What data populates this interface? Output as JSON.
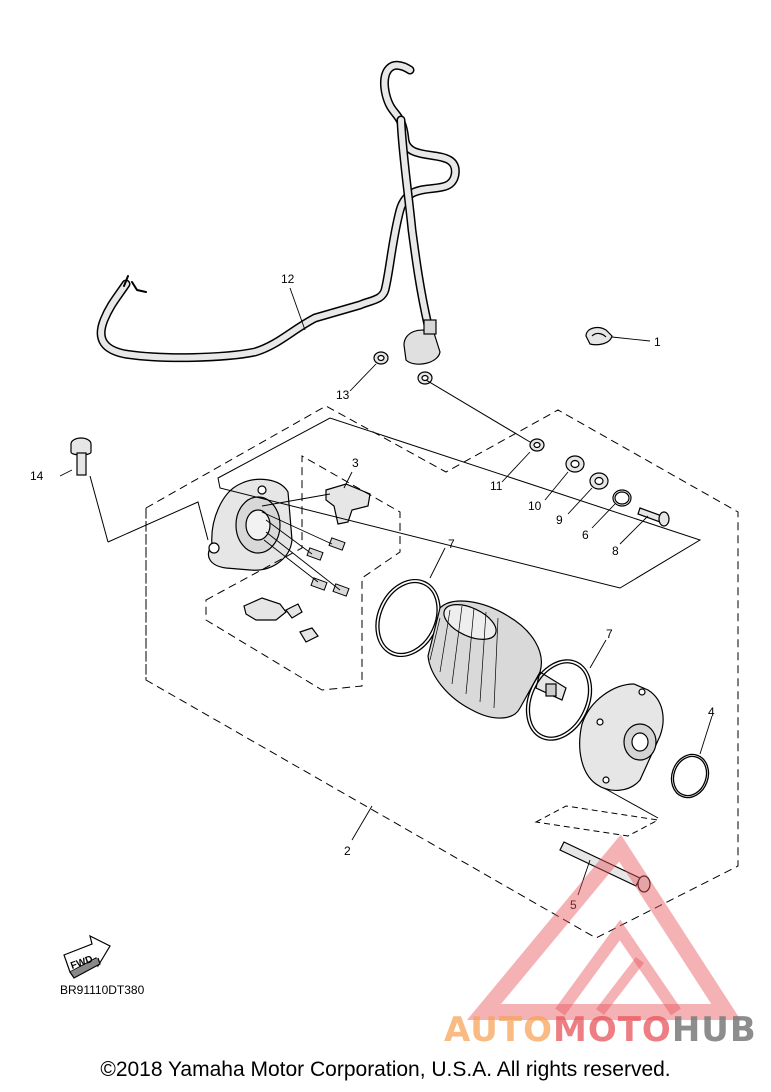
{
  "callouts": [
    {
      "id": "1",
      "label": "1"
    },
    {
      "id": "2",
      "label": "2"
    },
    {
      "id": "3",
      "label": "3"
    },
    {
      "id": "4",
      "label": "4"
    },
    {
      "id": "5",
      "label": "5"
    },
    {
      "id": "6",
      "label": "6"
    },
    {
      "id": "7a",
      "label": "7"
    },
    {
      "id": "7b",
      "label": "7"
    },
    {
      "id": "8",
      "label": "8"
    },
    {
      "id": "9",
      "label": "9"
    },
    {
      "id": "10",
      "label": "10"
    },
    {
      "id": "11",
      "label": "11"
    },
    {
      "id": "12",
      "label": "12"
    },
    {
      "id": "13",
      "label": "13"
    },
    {
      "id": "14",
      "label": "14"
    }
  ],
  "fwd_label": "FWD",
  "diagram_code": "BR91110DT380",
  "watermark": {
    "part1": "AUTO",
    "part2": "MOTO",
    "part3": "HUB"
  },
  "copyright": "©2018 Yamaha Motor Corporation, U.S.A. All rights reserved.",
  "colors": {
    "line": "#000000",
    "part_fill": "#e6e6e6",
    "watermark_red": "#e8545a",
    "watermark_orange": "#f7a35c"
  }
}
